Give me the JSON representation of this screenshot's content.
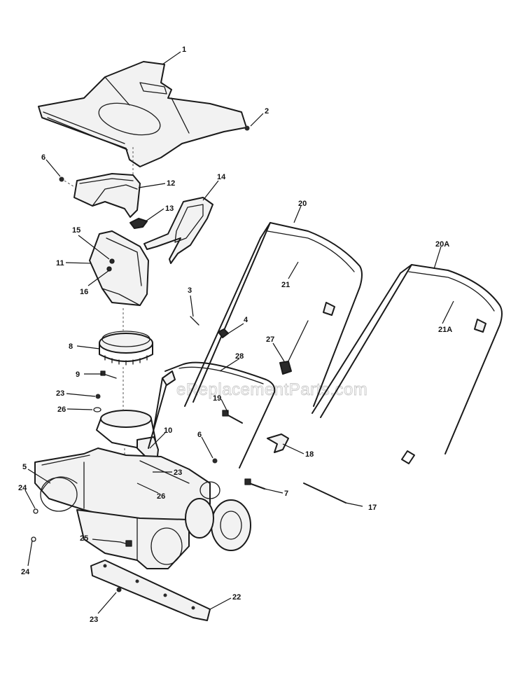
{
  "watermark": "eReplacementParts.com",
  "callouts": {
    "c1": "1",
    "c2": "2",
    "c3": "3",
    "c4": "4",
    "c5": "5",
    "c6a": "6",
    "c6b": "6",
    "c7": "7",
    "c8": "8",
    "c9": "9",
    "c10": "10",
    "c11": "11",
    "c12": "12",
    "c13": "13",
    "c14": "14",
    "c15": "15",
    "c16": "16",
    "c17": "17",
    "c18": "18",
    "c19": "19",
    "c20": "20",
    "c20a": "20A",
    "c21": "21",
    "c21a": "21A",
    "c22": "22",
    "c23a": "23",
    "c23b": "23",
    "c23c": "23",
    "c24a": "24",
    "c24b": "24",
    "c25": "25",
    "c26a": "26",
    "c26b": "26",
    "c27": "27",
    "c28": "28"
  }
}
